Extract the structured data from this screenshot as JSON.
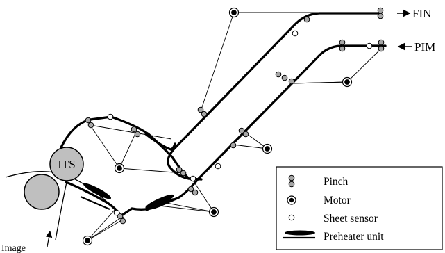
{
  "labels": {
    "fin": "FIN",
    "pim": "PIM",
    "its": "ITS",
    "image": "Image"
  },
  "legend": {
    "pinch": "Pinch",
    "motor": "Motor",
    "sheet_sensor": "Sheet sensor",
    "preheater": "Preheater unit"
  },
  "colors": {
    "path": "#000000",
    "pinch_fill": "#a6a6a6",
    "roller_fill": "#bfbfbf",
    "background": "#ffffff"
  }
}
